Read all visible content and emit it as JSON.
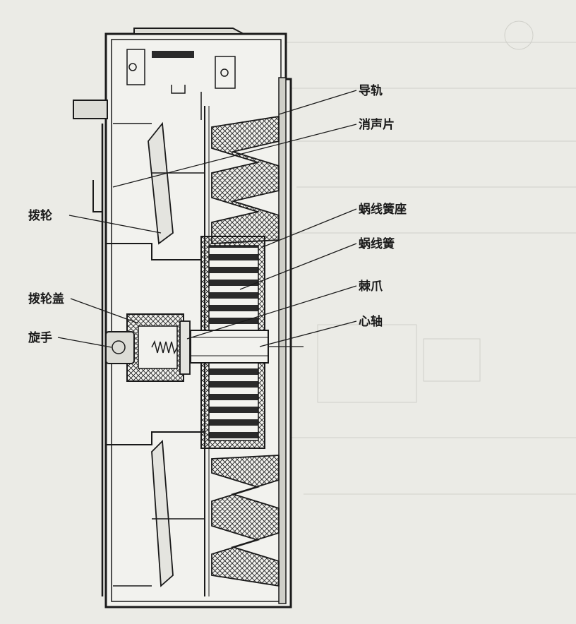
{
  "labels": {
    "guide_rail": "导轨",
    "silencer": "消声片",
    "spring_seat": "蜗线簧座",
    "spiral_spring": "蜗线簧",
    "pawl": "棘爪",
    "mandrel": "心轴",
    "dial_wheel": "拨轮",
    "dial_wheel_cover": "拨轮盖",
    "knob": "旋手"
  }
}
